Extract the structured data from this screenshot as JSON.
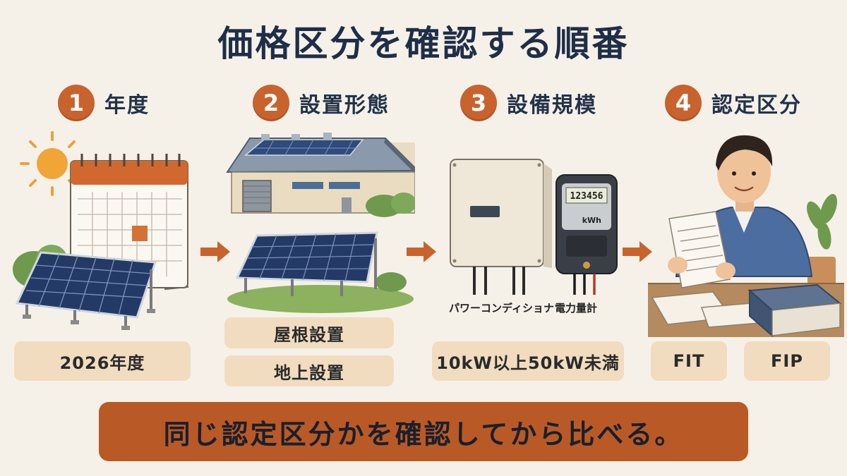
{
  "title": "価格区分を確認する順番",
  "steps": [
    {
      "number": "1",
      "label": "年度",
      "options": [
        "2026年度"
      ]
    },
    {
      "number": "2",
      "label": "設置形態",
      "options": [
        "屋根設置",
        "地上設置"
      ]
    },
    {
      "number": "3",
      "label": "設備規模",
      "options": [
        "10kW以上50kW未満"
      ],
      "device_labels": [
        "パワーコンディショナ",
        "電力量計"
      ],
      "meter_reading": "123456",
      "meter_unit": "kWh"
    },
    {
      "number": "4",
      "label": "認定区分",
      "options": [
        "FIT",
        "FIP"
      ]
    }
  ],
  "footer": "同じ認定区分かを確認してから比べる。",
  "colors": {
    "accent": "#c8632e",
    "banner": "#b95a26",
    "tag": "#f1dcc0",
    "navy": "#23324a",
    "background": "#f6f1e8"
  }
}
